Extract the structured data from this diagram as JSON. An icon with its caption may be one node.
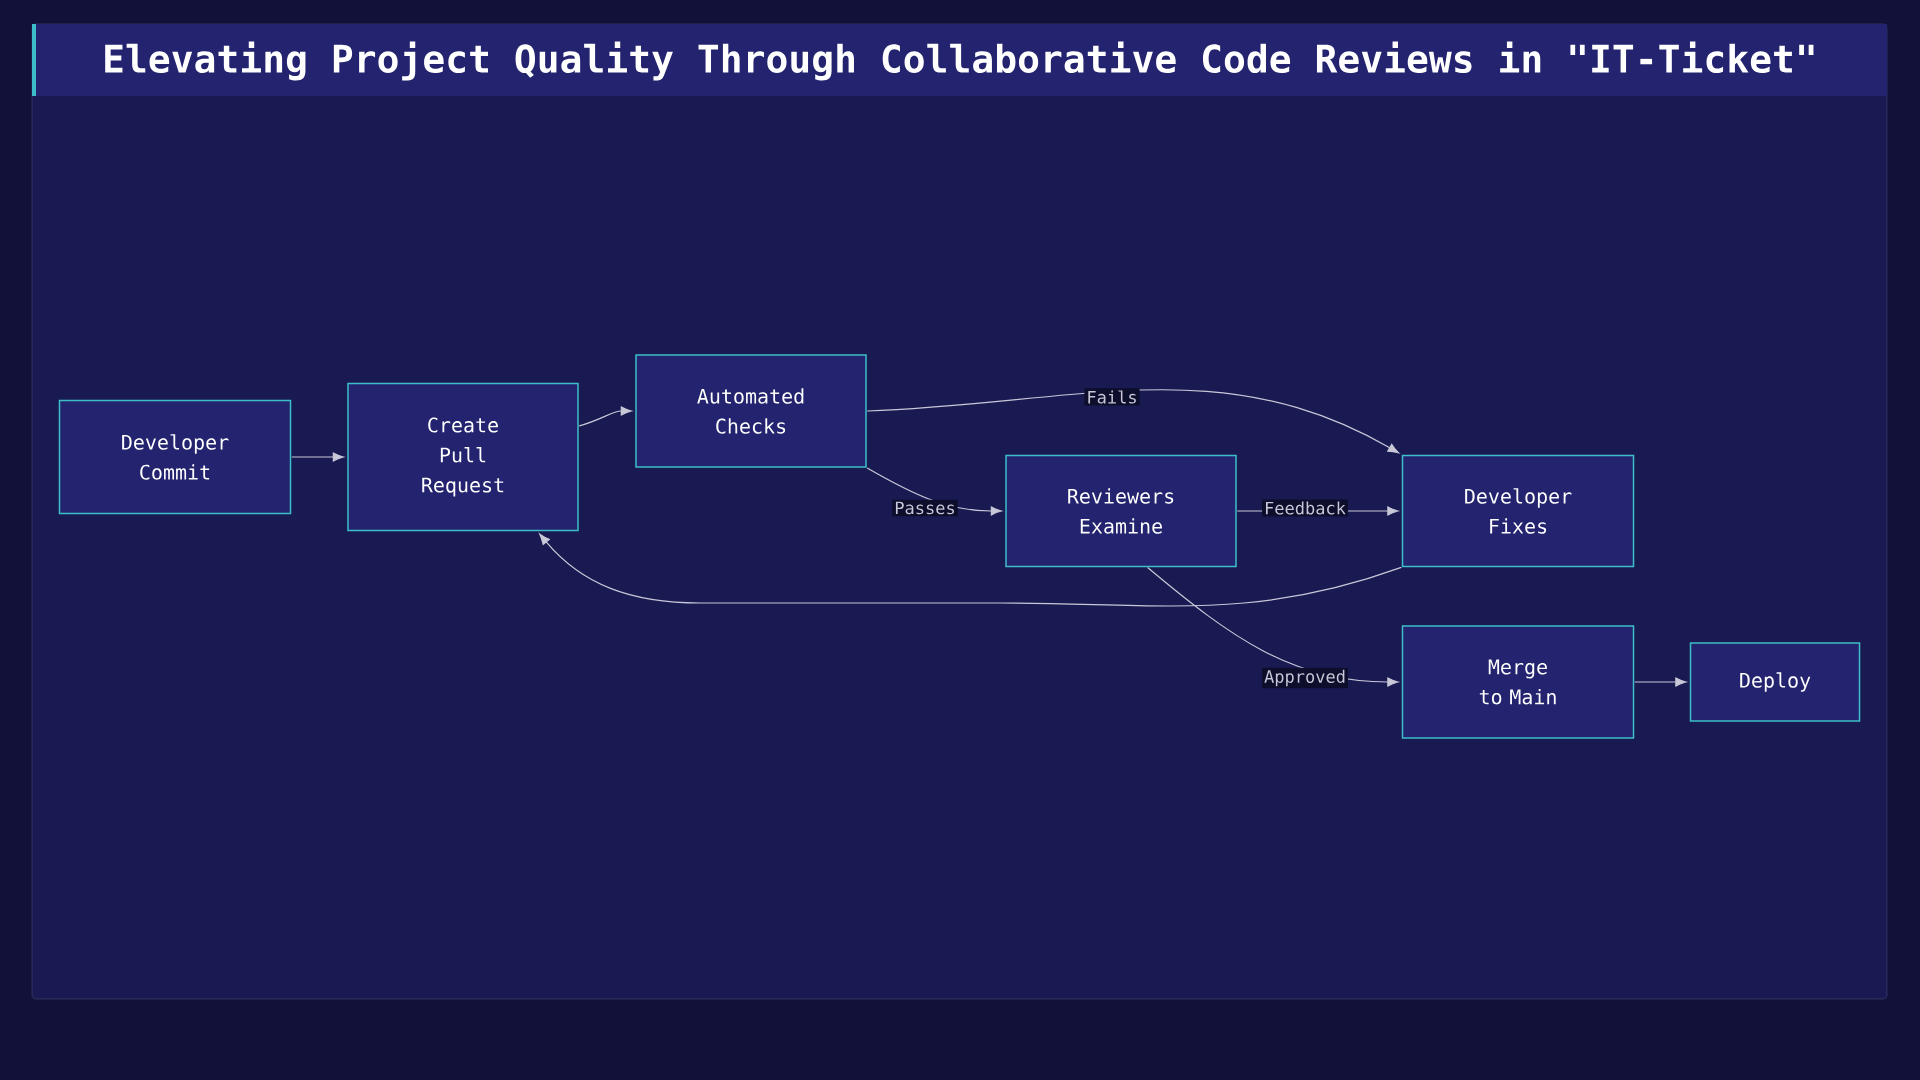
{
  "diagram": {
    "title": "Elevating Project Quality Through Collaborative Code Reviews in \"IT-Ticket\"",
    "nodes": [
      {
        "text": [
          "Developer Commit"
        ]
      },
      {
        "text": [
          "Create Pull Request"
        ]
      },
      {
        "text": [
          "Automated Checks"
        ]
      },
      {
        "text": [
          "Reviewers Examine"
        ]
      },
      {
        "text": [
          "Developer Fixes"
        ]
      },
      {
        "text": [
          "Merge to Main"
        ]
      },
      {
        "text": [
          "Deploy"
        ]
      }
    ],
    "edges": [
      {
        "from": 0,
        "to": 1,
        "arrow": "to"
      },
      {
        "from": 1,
        "to": 2,
        "arrow": "to"
      },
      {
        "from": 2,
        "to": 4,
        "arrow": "to",
        "label": "Fails"
      },
      {
        "from": 2,
        "to": 3,
        "arrow": "to",
        "label": "Passes"
      },
      {
        "from": 3,
        "to": 4,
        "arrow": "to",
        "label": "Feedback"
      },
      {
        "from": 4,
        "to": 1,
        "arrow": "to"
      },
      {
        "from": 3,
        "to": 5,
        "arrow": "to",
        "label": "Approved"
      },
      {
        "from": 5,
        "to": 6,
        "arrow": "to"
      }
    ]
  }
}
